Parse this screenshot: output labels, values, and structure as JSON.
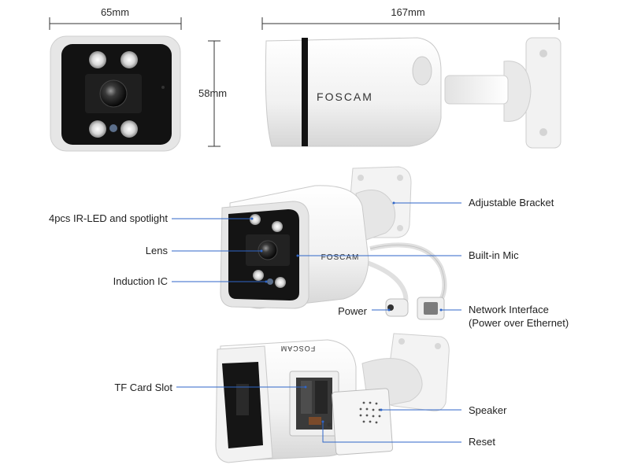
{
  "dimensions": {
    "front_width": "65mm",
    "side_length": "167mm",
    "front_height": "58mm"
  },
  "brand": {
    "logo_text": "FOSCAM"
  },
  "callouts": {
    "ir_led": "4pcs IR-LED and spotlight",
    "lens": "Lens",
    "induction_ic": "Induction IC",
    "power": "Power",
    "bracket": "Adjustable Bracket",
    "mic": "Built-in Mic",
    "network_line1": "Network Interface",
    "network_line2": "(Power over Ethernet)",
    "tf_slot": "TF Card Slot",
    "speaker": "Speaker",
    "reset": "Reset"
  },
  "colors": {
    "accent_line": "#2f66c8",
    "camera_body": "#f4f4f4",
    "camera_face": "#141414"
  }
}
